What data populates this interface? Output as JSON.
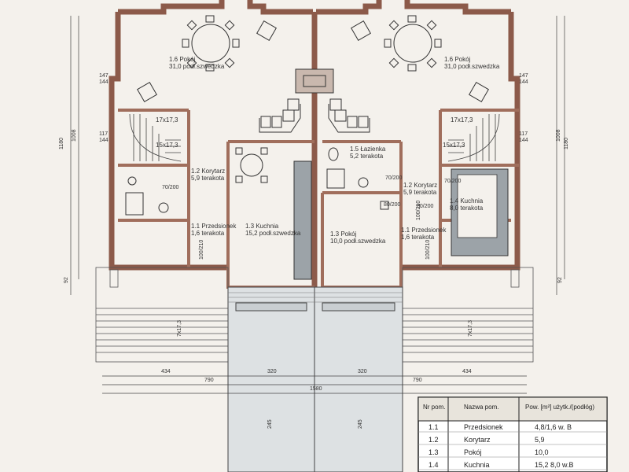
{
  "rooms": {
    "r16_left": {
      "name": "1.6 Pokój",
      "area": "31,0 podł.szwedzka"
    },
    "r16_right": {
      "name": "1.6 Pokój",
      "area": "31,0 podł.szwedzka"
    },
    "r12_left": {
      "name": "1.2 Korytarz",
      "area": "5,9 terakota"
    },
    "r11_left": {
      "name": "1.1 Przedsionek",
      "area": "1,6 terakota"
    },
    "r13_left": {
      "name": "1.3 Kuchnia",
      "area": "15,2 podł.szwedzka"
    },
    "r15_right": {
      "name": "1.5 Łazienka",
      "area": "5,2 terakota"
    },
    "r12_right": {
      "name": "1.2 Korytarz",
      "area": "5,9 terakota"
    },
    "r13_right": {
      "name": "1.3 Pokój",
      "area": "10,0 podł.szwedzka"
    },
    "r14_right": {
      "name": "1.4 Kuchnia",
      "area": "8,0 terakota"
    },
    "r11_right": {
      "name": "1.1 Przedsionek",
      "area": "1,6 terakota"
    }
  },
  "stairs": {
    "left": "17x17,3",
    "right": "17x17,3",
    "left2": "15x17,3",
    "right2": "15x17,3"
  },
  "dims": {
    "d434a": "434",
    "d320a": "320",
    "d320b": "320",
    "d434b": "434",
    "d790a": "790",
    "d790b": "790",
    "d1580": "1580",
    "h1180l": "1180",
    "h1008l": "1008",
    "h1180r": "1180",
    "h1008r": "1008",
    "h92l": "92",
    "h92r": "92",
    "h147l": "147",
    "h144l": "144",
    "h117l": "117",
    "h144l2": "144",
    "h147r": "147",
    "h144r": "144",
    "h117r": "117",
    "h144r2": "144",
    "ramp_l": "7x17,3",
    "ramp_r": "7x17,3",
    "garage_l": "245",
    "garage_r": "245",
    "door1": "70/200",
    "door2": "70/200",
    "door3": "70/200",
    "door4": "80/200",
    "door5": "100/210",
    "door6": "100/210",
    "door7": "80/200",
    "door8": "100/210"
  },
  "legend": {
    "headers": [
      "Nr pom.",
      "Nazwa pom.",
      "Pow. [m²] użytk./(podłóg)"
    ],
    "rows": [
      {
        "nr": "1.1",
        "name": "Przedsionek",
        "area": "4,8/1,6 w. B"
      },
      {
        "nr": "1.2",
        "name": "Korytarz",
        "area": "5,9"
      },
      {
        "nr": "1.3",
        "name": "Pokój",
        "area": "10,0"
      },
      {
        "nr": "1.4",
        "name": "Kuchnia",
        "area": "15,2 8,0 w.B"
      }
    ]
  },
  "colors": {
    "wall": "#b07a68",
    "grey": "#9ca3a8",
    "line": "#222"
  }
}
